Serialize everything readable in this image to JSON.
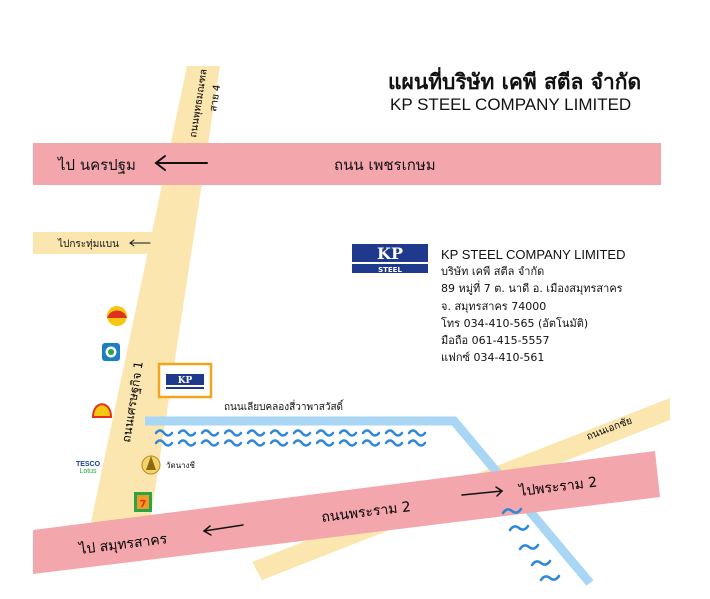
{
  "title": {
    "thai": "แผนที่บริษัท เคพี สตีล จำกัด",
    "english": "KP STEEL COMPANY LIMITED"
  },
  "roads": {
    "petchkasem": "ถนน เพชรเกษม",
    "to_nakhon_pathom": "ไป นครปฐม",
    "phutthamonthon": "ถนนพุทธมณฑล",
    "sai4": "สาย 4",
    "to_krathum_baen": "ไปกระทุ่มแบน",
    "setthakit1": "ถนนเศรษฐกิจ 1",
    "canal_road": "ถนนเลียบคลองสี่วาพาสวัสดิ์",
    "ekachai": "ถนนเอกชัย",
    "rama2": "ถนนพระราม 2",
    "to_rama2": "ไปพระราม 2",
    "to_samut_sakhon": "ไป สมุทรสาคร"
  },
  "landmarks": {
    "temple": "วัดนางชี",
    "lotus_top": "TESCO",
    "lotus_bottom": "Lotus"
  },
  "logo": {
    "big": "KP",
    "small": "STEEL"
  },
  "company": {
    "name_en": "KP STEEL COMPANY LIMITED",
    "name_th": "บริษัท เคพี สตีล จำกัด",
    "address1": "89 หมู่ที่ 7 ต. นาดี อ. เมืองสมุทรสาคร",
    "address2": "จ. สมุทรสาคร  74000",
    "phone": "โทร 034-410-565 (อัตโนมัติ)",
    "mobile": "มือถือ 061-415-5557",
    "fax": "แฟกซ์ 034-410-561"
  },
  "colors": {
    "main_road": "#f4a6ad",
    "secondary_road": "#fbe6b0",
    "canal": "#a9d6f5",
    "water_waves": "#2f87d9",
    "marker_border": "#f2a51a",
    "logo_blue": "#1f3a8c"
  },
  "icons": [
    "shell-icon",
    "ptt-icon",
    "shell-icon",
    "tesco-lotus-icon",
    "temple-icon",
    "7eleven-icon"
  ]
}
